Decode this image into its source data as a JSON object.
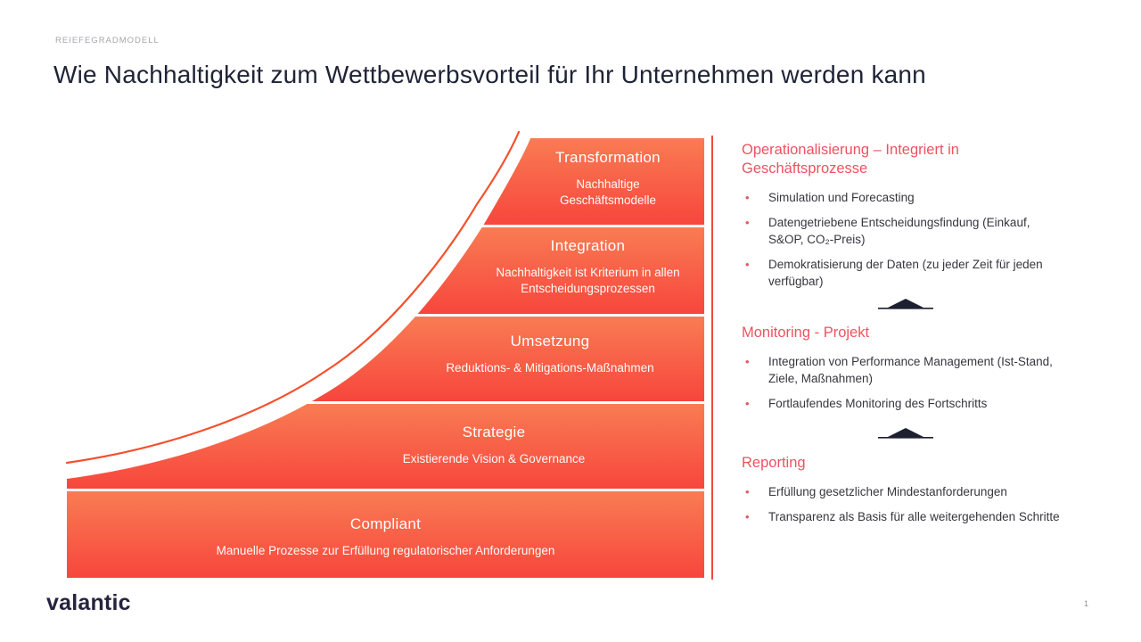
{
  "slide": {
    "kicker": "REIEFEGRADMODELL",
    "title": "Wie Nachhaltigkeit zum Wettbewerbsvorteil für Ihr Unternehmen werden kann",
    "logo_text": "valantic",
    "page_number": "1"
  },
  "colors": {
    "band_gradient_top": "#f97c53",
    "band_gradient_bottom": "#f7463d",
    "curve_line": "#f4502d",
    "vertical_divider": "#ec4b44",
    "section_heading": "#ee5260",
    "body_text": "#36363f",
    "title_text": "#1f2336",
    "kicker_text": "#a6a6ac"
  },
  "pyramid": {
    "levels": [
      {
        "title": "Transformation",
        "subtitle": "Nachhaltige Geschäftsmodelle"
      },
      {
        "title": "Integration",
        "subtitle": "Nachhaltigkeit ist Kriterium in allen Entscheidungsprozessen"
      },
      {
        "title": "Umsetzung",
        "subtitle": "Reduktions- & Mitigations-Maßnahmen"
      },
      {
        "title": "Strategie",
        "subtitle": "Existierende Vision & Governance"
      },
      {
        "title": "Compliant",
        "subtitle": "Manuelle Prozesse zur Erfüllung regulatorischer Anforderungen"
      }
    ]
  },
  "sections": [
    {
      "heading": "Operationalisierung – Integriert in Geschäftsprozesse",
      "bullets": [
        "Simulation und Forecasting",
        "Datengetriebene Entscheidungsfindung (Einkauf, S&OP, CO₂-Preis)",
        "Demokratisierung der Daten (zu jeder Zeit für jeden verfügbar)"
      ]
    },
    {
      "heading": "Monitoring - Projekt",
      "bullets": [
        "Integration von Performance Management (Ist-Stand, Ziele, Maßnahmen)",
        "Fortlaufendes Monitoring des Fortschritts"
      ]
    },
    {
      "heading": "Reporting",
      "bullets": [
        "Erfüllung gesetzlicher Mindestanforderungen",
        "Transparenz als Basis für alle weitergehenden Schritte"
      ]
    }
  ]
}
